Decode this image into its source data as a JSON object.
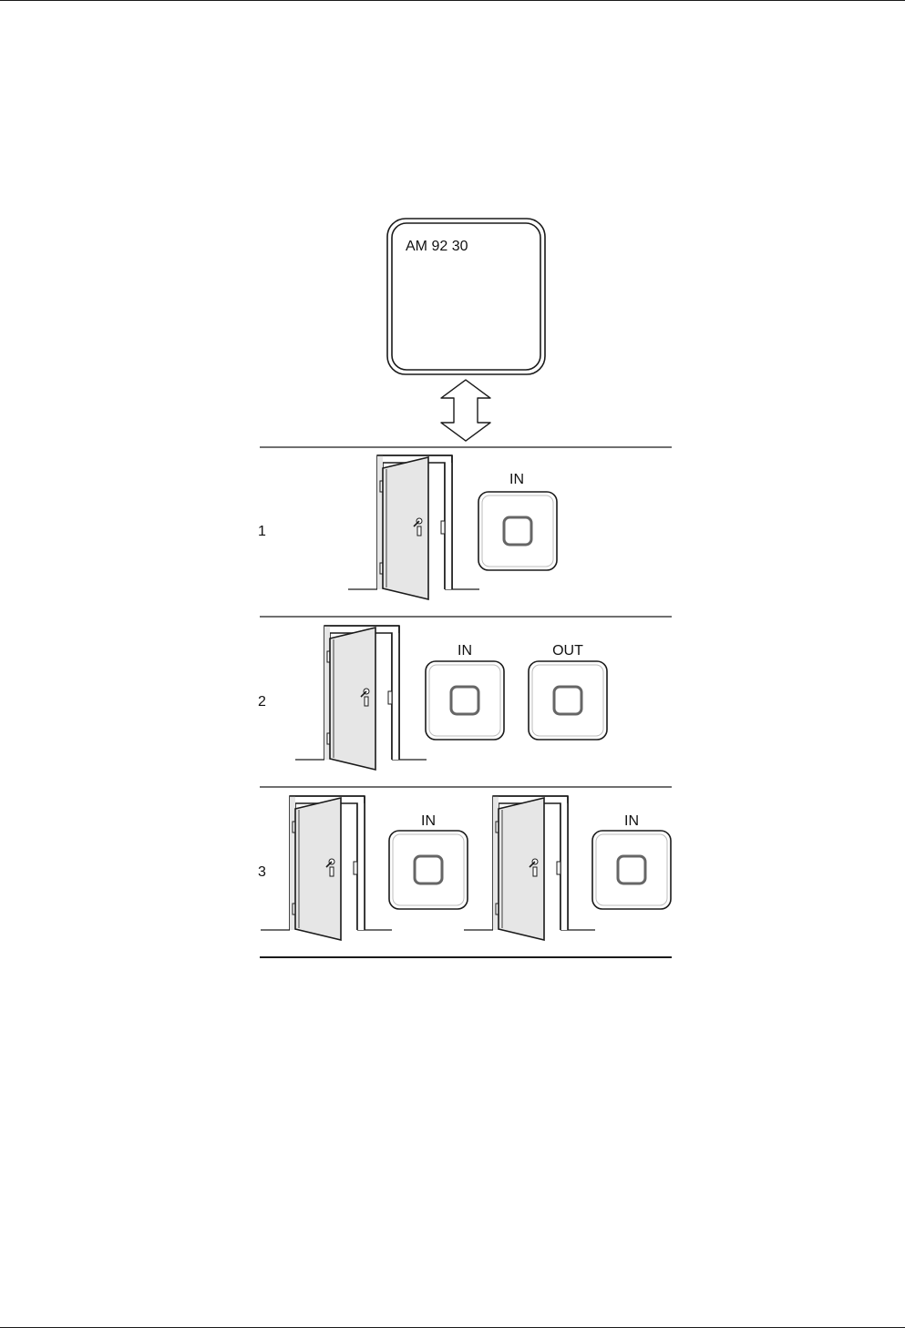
{
  "controller": {
    "label": "AM 92 30"
  },
  "rows": [
    {
      "number": "1",
      "readers": [
        "IN"
      ]
    },
    {
      "number": "2",
      "readers": [
        "IN",
        "OUT"
      ]
    },
    {
      "number": "3",
      "readers": [
        "IN",
        "IN"
      ]
    }
  ],
  "colors": {
    "line": "#1a1a1a",
    "door_fill": "#e6e6e6",
    "reader_inner": "#666666"
  },
  "icons": [
    "double-arrow-icon",
    "door-icon",
    "reader-icon"
  ]
}
